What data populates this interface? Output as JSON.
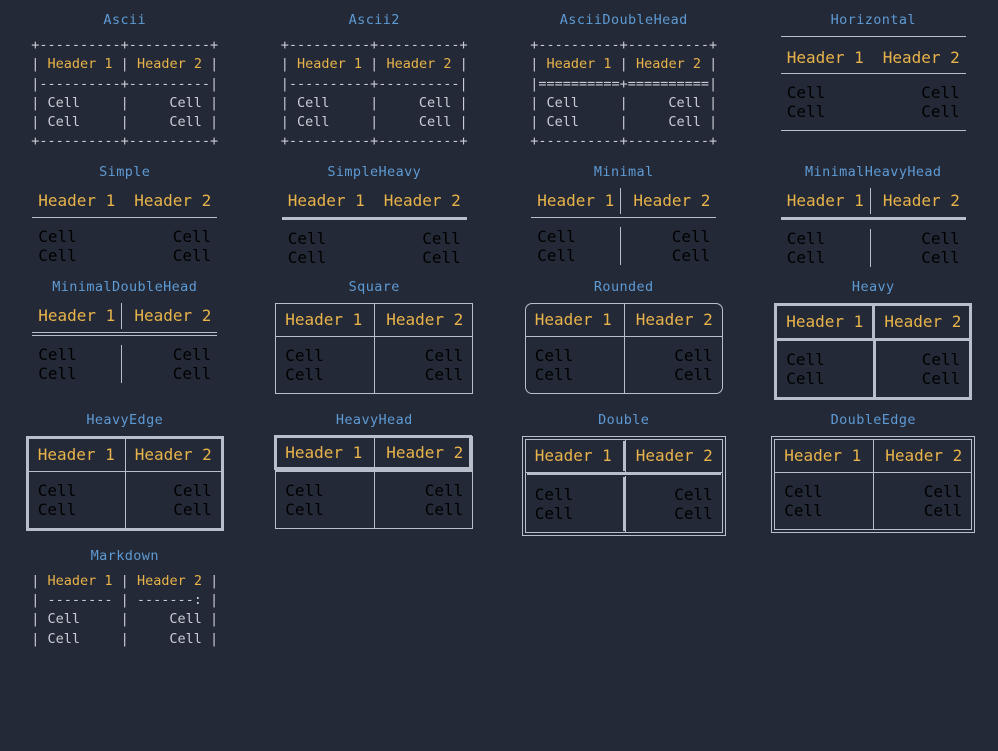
{
  "page": {
    "background": "#232936",
    "title_color": "#5e9ad4",
    "header_color": "#e8b34a",
    "cell_color": "#c8cdd6",
    "line_color": "#b9bfca"
  },
  "labels": {
    "header1": "Header 1",
    "header2": "Header 2",
    "cell": "Cell"
  },
  "tables": [
    {
      "id": "ascii",
      "title": "Ascii",
      "kind": "ascii",
      "lines": [
        "+----------+----------+",
        "| Header 1 | Header 2 |",
        "|----------+----------|",
        "| Cell     |     Cell |",
        "| Cell     |     Cell |",
        "+----------+----------+"
      ]
    },
    {
      "id": "ascii2",
      "title": "Ascii2",
      "kind": "ascii",
      "lines": [
        "+----------+----------+",
        "| Header 1 | Header 2 |",
        "|----------+----------|",
        "| Cell     |     Cell |",
        "| Cell     |     Cell |",
        "+----------+----------+"
      ]
    },
    {
      "id": "ascii-double-head",
      "title": "AsciiDoubleHead",
      "kind": "ascii",
      "lines": [
        "+----------+----------+",
        "| Header 1 | Header 2 |",
        "|==========+==========|",
        "| Cell     |     Cell |",
        "| Cell     |     Cell |",
        "+----------+----------+"
      ]
    },
    {
      "id": "horizontal",
      "title": "Horizontal",
      "kind": "horizontal",
      "rules": {
        "top": "thin",
        "head": "thin",
        "bottom": "thin"
      },
      "vertical_divider": "none"
    },
    {
      "id": "simple",
      "title": "Simple",
      "kind": "rules",
      "rules": {
        "top": "none",
        "head": "thin",
        "bottom": "none"
      },
      "vertical_divider": "none"
    },
    {
      "id": "simple-heavy",
      "title": "SimpleHeavy",
      "kind": "rules",
      "rules": {
        "top": "none",
        "head": "heavy",
        "bottom": "none"
      },
      "vertical_divider": "none"
    },
    {
      "id": "minimal",
      "title": "Minimal",
      "kind": "rules",
      "rules": {
        "top": "none",
        "head": "thin",
        "bottom": "none"
      },
      "vertical_divider": "thin"
    },
    {
      "id": "minimal-heavy-head",
      "title": "MinimalHeavyHead",
      "kind": "rules",
      "rules": {
        "top": "none",
        "head": "heavy",
        "bottom": "none"
      },
      "vertical_divider": "thin"
    },
    {
      "id": "minimal-double-head",
      "title": "MinimalDoubleHead",
      "kind": "rules",
      "rules": {
        "top": "none",
        "head": "double",
        "bottom": "none"
      },
      "vertical_divider": "thin"
    },
    {
      "id": "square",
      "title": "Square",
      "kind": "box",
      "border": "thin",
      "corner": "square",
      "head_divider": "thin",
      "vertical_divider": "thin"
    },
    {
      "id": "rounded",
      "title": "Rounded",
      "kind": "box",
      "border": "thin",
      "corner": "rounded",
      "head_divider": "thin",
      "vertical_divider": "thin"
    },
    {
      "id": "heavy",
      "title": "Heavy",
      "kind": "box",
      "border": "heavy",
      "corner": "square",
      "head_divider": "heavy",
      "vertical_divider": "heavy"
    },
    {
      "id": "heavy-edge",
      "title": "HeavyEdge",
      "kind": "box",
      "border": "heavy",
      "corner": "square",
      "head_divider": "thin",
      "vertical_divider": "thin"
    },
    {
      "id": "heavy-head",
      "title": "HeavyHead",
      "kind": "box",
      "border": "thin",
      "corner": "square",
      "head_divider": "heavy",
      "vertical_divider": "thin",
      "head_box": "heavy"
    },
    {
      "id": "double",
      "title": "Double",
      "kind": "box",
      "border": "double",
      "corner": "square",
      "head_divider": "double",
      "vertical_divider": "double"
    },
    {
      "id": "double-edge",
      "title": "DoubleEdge",
      "kind": "box",
      "border": "double",
      "corner": "square",
      "head_divider": "thin",
      "vertical_divider": "thin"
    },
    {
      "id": "markdown",
      "title": "Markdown",
      "kind": "ascii",
      "lines": [
        "| Header 1 | Header 2 |",
        "| -------- | -------: |",
        "| Cell     |     Cell |",
        "| Cell     |     Cell |"
      ]
    }
  ]
}
